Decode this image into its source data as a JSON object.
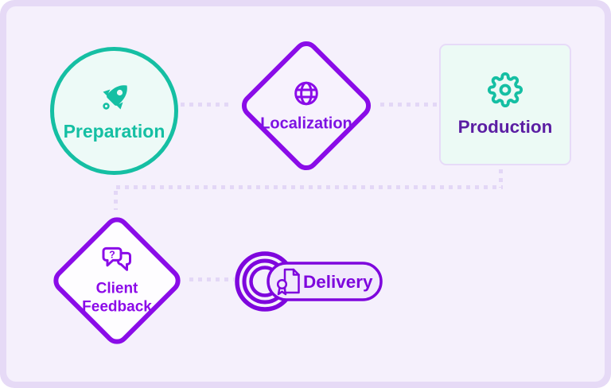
{
  "page": {
    "background_outer": "#e6daf6",
    "background_panel": "#f5f0fc"
  },
  "palette": {
    "teal": "#15bfa3",
    "teal_fill": "#edfaf7",
    "mint_fill": "#ecfaf5",
    "purple": "#8a0ce8",
    "purple_delivery": "#7e06dd",
    "purple_text_localization": "#7d11e3",
    "purple_text_production": "#5b1ea3",
    "purple_text_feedback": "#8c0ae9",
    "connector_dot": "#e3d7f6",
    "lavender_fill": "#f7f2fd",
    "pill_fill": "#f1e9fc"
  },
  "diagram": {
    "type": "workflow",
    "connector_style": "dotted",
    "steps": [
      {
        "id": "preparation",
        "label": "Preparation",
        "shape": "circle",
        "icon": "rocket-icon",
        "accent": "#15bfa3"
      },
      {
        "id": "localization",
        "label": "Localization",
        "shape": "diamond",
        "icon": "globe-icon",
        "accent": "#8a0ce8"
      },
      {
        "id": "production",
        "label": "Production",
        "shape": "rounded-square",
        "icon": "gear-icon",
        "accent": "#15bfa3"
      },
      {
        "id": "client-feedback",
        "label": "Client Feedback",
        "line1": "Client",
        "line2": "Feedback",
        "bubble_glyph": "?",
        "shape": "diamond",
        "icon": "chat-question-icon",
        "accent": "#8a0ce8"
      },
      {
        "id": "delivery",
        "label": "Delivery",
        "shape": "pill-ripple",
        "icon": "certificate-icon",
        "accent": "#7e06dd"
      }
    ],
    "flow_order": [
      "Preparation",
      "Localization",
      "Production",
      "Client Feedback",
      "Delivery"
    ]
  }
}
